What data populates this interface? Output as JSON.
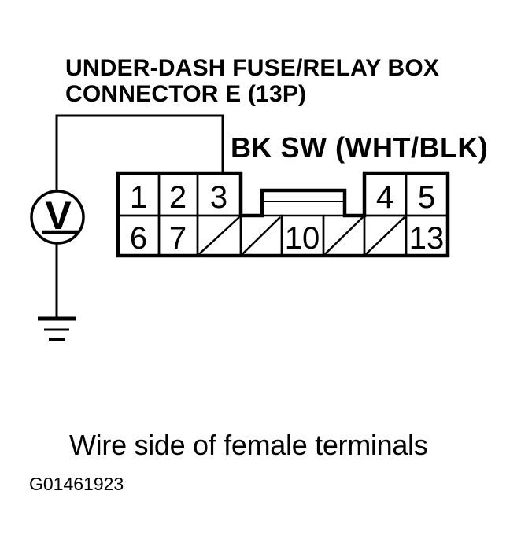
{
  "header": {
    "title_line1": "UNDER-DASH FUSE/RELAY BOX",
    "title_line2": "CONNECTOR E (13P)"
  },
  "wire_label": "BK SW (WHT/BLK)",
  "meter": {
    "symbol": "V",
    "icon": "voltmeter-icon"
  },
  "ground": {
    "icon": "ground-symbol-icon"
  },
  "connector": {
    "pins_top": [
      "1",
      "2",
      "3",
      "4",
      "5"
    ],
    "pins_bottom": [
      "6",
      "7",
      "10",
      "13"
    ],
    "unused_pin_marker": "diagonal-slash"
  },
  "caption": "Wire side of female terminals",
  "figure_id": "G01461923",
  "colors": {
    "ink": "#000000",
    "paper": "#ffffff"
  }
}
